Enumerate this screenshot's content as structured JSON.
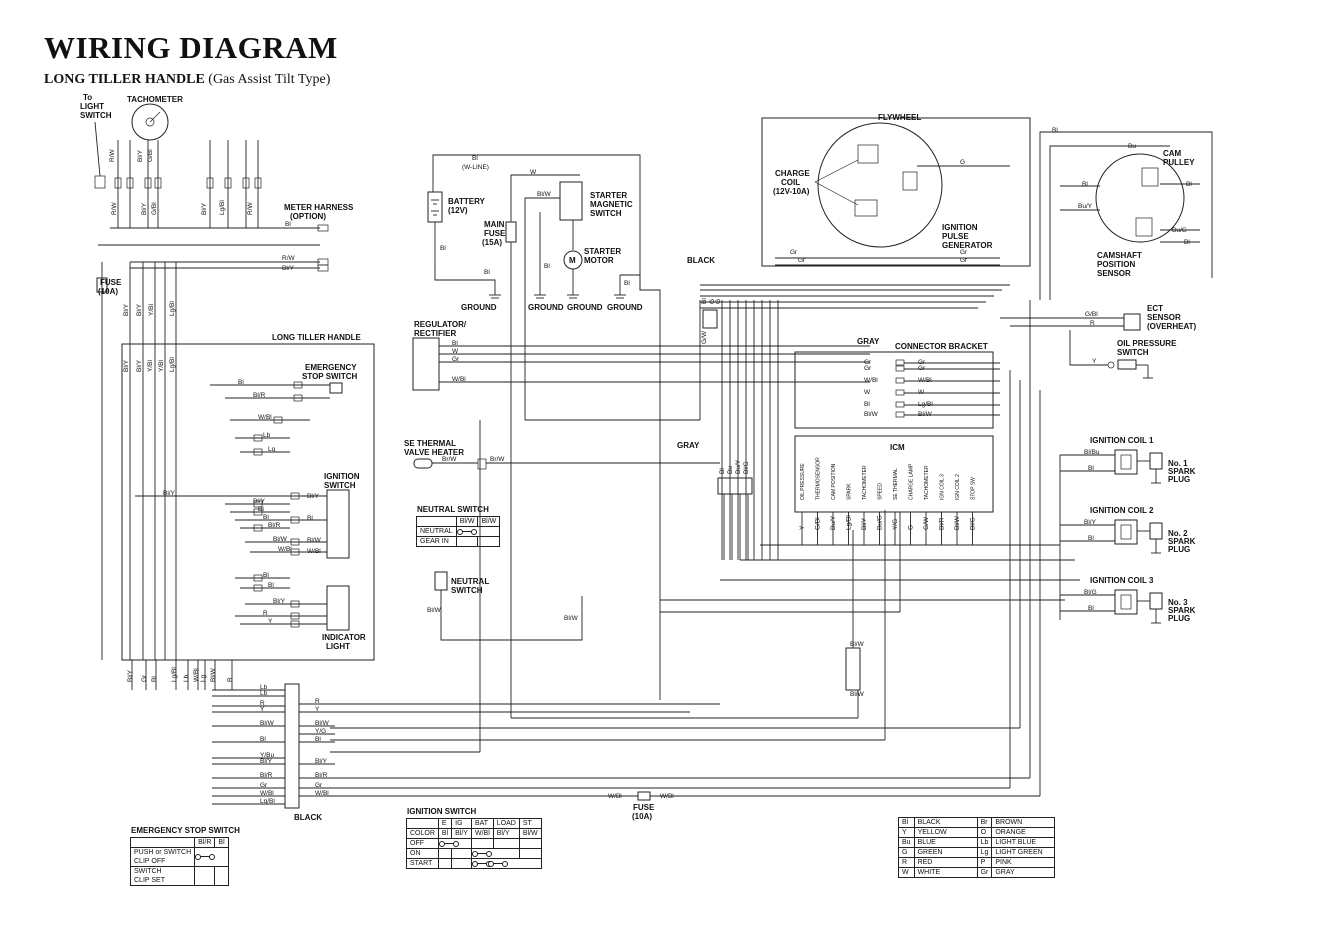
{
  "title": "WIRING DIAGRAM",
  "subtitle_main": "LONG TILLER HANDLE",
  "subtitle_paren": "(Gas Assist Tilt Type)",
  "components": {
    "to_light_switch": [
      "To",
      "LIGHT",
      "SWITCH"
    ],
    "tachometer": "TACHOMETER",
    "meter_harness": [
      "METER HARNESS",
      "(OPTION)"
    ],
    "fuse_10a": [
      "FUSE",
      "(10A)"
    ],
    "long_tiller_handle": "LONG TILLER HANDLE",
    "emergency_stop_switch": [
      "EMERGENCY",
      "STOP SWITCH"
    ],
    "ignition_switch": [
      "IGNITION",
      "SWITCH"
    ],
    "indicator_light": [
      "INDICATOR",
      "LIGHT"
    ],
    "black_connector_bottom": "BLACK",
    "battery": [
      "BATTERY",
      "(12V)"
    ],
    "w_line": [
      "Bl",
      "(W-LINE)"
    ],
    "main_fuse": [
      "MAIN",
      "FUSE",
      "(15A)"
    ],
    "starter_magnetic_switch": [
      "STARTER",
      "MAGNETIC",
      "SWITCH"
    ],
    "starter_motor": [
      "STARTER",
      "MOTOR"
    ],
    "ground": "GROUND",
    "regulator_rectifier": [
      "REGULATOR/",
      "RECTIFIER"
    ],
    "se_thermal_valve_heater": [
      "SE THERMAL",
      "VALVE HEATER"
    ],
    "neutral_switch": [
      "NEUTRAL",
      "SWITCH"
    ],
    "black_connector_top": "BLACK",
    "gray_connector": "GRAY",
    "gray_connector_2": "GRAY",
    "connector_bracket": "CONNECTOR BRACKET",
    "icm": "ICM",
    "flywheel": "FLYWHEEL",
    "charge_coil": [
      "CHARGE",
      "COIL",
      "(12V-10A)"
    ],
    "ignition_pulse_generator": [
      "IGNITION",
      "PULSE",
      "GENERATOR"
    ],
    "cam_pulley": [
      "CAM",
      "PULLEY"
    ],
    "camshaft_position_sensor": [
      "CAMSHAFT",
      "POSITION",
      "SENSOR"
    ],
    "ect_sensor": [
      "ECT",
      "SENSOR",
      "(OVERHEAT)"
    ],
    "oil_pressure_switch": [
      "OIL PRESSURE",
      "SWITCH"
    ],
    "ignition_coil_1": "IGNITION COIL 1",
    "ignition_coil_2": "IGNITION COIL 2",
    "ignition_coil_3": "IGNITION COIL 3",
    "spark_plug_1": [
      "No. 1",
      "SPARK",
      "PLUG"
    ],
    "spark_plug_2": [
      "No. 2",
      "SPARK",
      "PLUG"
    ],
    "spark_plug_3": [
      "No. 3",
      "SPARK",
      "PLUG"
    ],
    "fuse_bottom": [
      "FUSE",
      "(10A)"
    ],
    "m_symbol": "M"
  },
  "icm_pins": [
    "Y",
    "G/Bl",
    "Bu/Y",
    "Lg/Bl",
    "Bl/Y",
    "Bu/G",
    "Y/G",
    "G",
    "G/W",
    "Bl/R",
    "Bl/W",
    "Bl/G"
  ],
  "icm_pin_labels": [
    "OIL PRESSURE",
    "THERMOSENSOR",
    "CAM POSITION",
    "SPARK",
    "TACHOMETER",
    "SPEED",
    "SE THERMAL",
    "CHARGE LAMP",
    "TACHOMETER",
    "IGN COIL 3",
    "IGN COIL 2",
    "STOP SW"
  ],
  "wire_labels": {
    "tach_top": [
      "R/W",
      "Bl/Y",
      "G/Bl"
    ],
    "tach_plugs": [
      "R/W",
      "Bl/Y",
      "G/Bl",
      "Bl/Y",
      "Lg/Bl",
      "R/W"
    ],
    "meter": [
      "Bl",
      "R/W",
      "Bl/Y"
    ],
    "fuse_down": [
      "Bl/Y",
      "Bl/Y",
      "Y/Bl",
      "Lg/Bl"
    ],
    "handle_entry": [
      "Bl/Y",
      "Bl/Y",
      "Y/Bl",
      "Y/Bl",
      "Lg/Bl"
    ],
    "estop": [
      "Bl",
      "Bl/R"
    ],
    "lb_lg": [
      "W/Bl",
      "Lb",
      "Lg"
    ],
    "ign_left": [
      "Bl/Y",
      "Bl/Y",
      "Bl",
      "Bl",
      "Bl/R",
      "Bl/W",
      "W/Bl"
    ],
    "ign_right": [
      "Bl/Y",
      "Bl",
      "Bl/W",
      "W/Bl"
    ],
    "ind_left": [
      "Bl",
      "Bl",
      "Bl/Y",
      "R",
      "Y"
    ],
    "handle_bottom": [
      "Bl/Y",
      "Gr",
      "Bl",
      "Lg/Bl",
      "Lb",
      "W/Bl",
      "Lg",
      "Bl/W",
      "R"
    ],
    "harness_left": [
      "Lb",
      "Lb",
      "R",
      "Y",
      "Bl/W",
      "Bl",
      "Y/Bu",
      "Bl/Y",
      "Bl/R",
      "Gr",
      "W/Bl",
      "Lg/Bl"
    ],
    "harness_right": [
      "R",
      "Y",
      "Bl/W",
      "Y/G",
      "Bl",
      "Bl/Y",
      "Bl/R",
      "Gr",
      "W/Bl"
    ],
    "fuse_bottom": [
      "W/Bl",
      "W/Bl"
    ],
    "battery": [
      "Bl",
      "Bl"
    ],
    "starter": [
      "W",
      "Bl/W",
      "Bl",
      "Bl"
    ],
    "regulator": [
      "Bl",
      "W",
      "Gr",
      "W/Bl"
    ],
    "se_thermal": [
      "Br/W",
      "Br/W"
    ],
    "neutral": [
      "Bl/W",
      "Bl/W"
    ],
    "bracket_left": [
      "Gr",
      "Gr",
      "W/Bl",
      "W",
      "Bl",
      "Bl/W"
    ],
    "bracket_right": [
      "Gr",
      "Gr",
      "W/Bl",
      "W",
      "Lg/Bl",
      "Bl/W"
    ],
    "black_conn": [
      "Bl",
      "G",
      "G",
      "G/W"
    ],
    "gray_conn": [
      "Bl",
      "Bu",
      "Bu/Y",
      "Bl/G"
    ],
    "flywheel": [
      "Gr",
      "Gr",
      "G",
      "Gr",
      "Gr"
    ],
    "cam": [
      "Bl",
      "Bu",
      "Bl",
      "Bl",
      "Bu/Y",
      "Bu/G",
      "Bl"
    ],
    "ect": [
      "G/Bl",
      "R"
    ],
    "oil": [
      "Y"
    ],
    "coil1": [
      "Bl/Bu",
      "Bl"
    ],
    "coil2": [
      "Bl/Y",
      "Bl"
    ],
    "coil3": [
      "Bl/G",
      "Bl"
    ],
    "bbw": [
      "Bl/W",
      "Bl/W"
    ]
  },
  "neutral_table": {
    "title": "NEUTRAL SWITCH",
    "headers": [
      "",
      "Bl/W",
      "Bl/W"
    ],
    "rows": [
      "NEUTRAL",
      "GEAR IN"
    ]
  },
  "emergency_table": {
    "title": "EMERGENCY STOP SWITCH",
    "headers": [
      "",
      "Bl/R",
      "Bl"
    ],
    "rows": [
      "PUSH or SWITCH",
      "CLIP OFF",
      "SWITCH",
      "CLIP SET"
    ]
  },
  "ignition_table": {
    "title": "IGNITION SWITCH",
    "headers": [
      "",
      "E",
      "IG",
      "BAT",
      "LOAD",
      "ST"
    ],
    "color_row": [
      "COLOR",
      "Bl",
      "Bl/Y",
      "W/Bl",
      "Bl/Y",
      "Bl/W"
    ],
    "rows": [
      "OFF",
      "ON",
      "START"
    ]
  },
  "color_legend": [
    [
      "Bl",
      "BLACK",
      "Br",
      "BROWN"
    ],
    [
      "Y",
      "YELLOW",
      "O",
      "ORANGE"
    ],
    [
      "Bu",
      "BLUE",
      "Lb",
      "LIGHT BLUE"
    ],
    [
      "G",
      "GREEN",
      "Lg",
      "LIGHT GREEN"
    ],
    [
      "R",
      "RED",
      "P",
      "PINK"
    ],
    [
      "W",
      "WHITE",
      "Gr",
      "GRAY"
    ]
  ]
}
